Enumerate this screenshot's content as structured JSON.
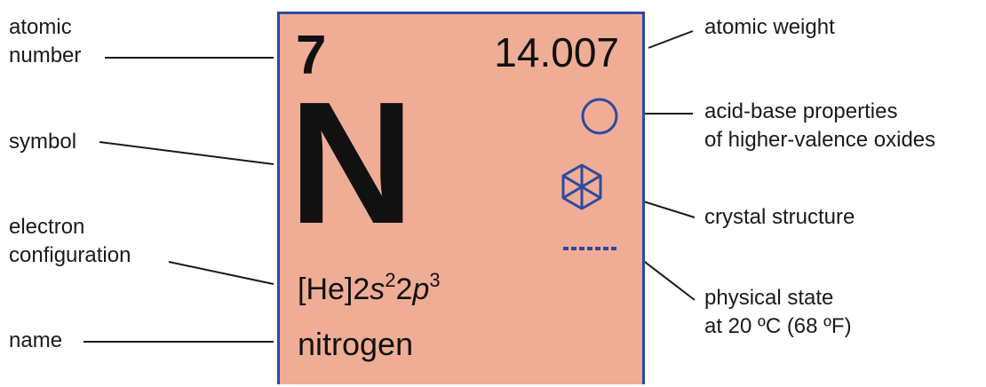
{
  "labels": {
    "atomic_number": [
      "atomic",
      "number"
    ],
    "symbol": "symbol",
    "electron_configuration": [
      "electron",
      "configuration"
    ],
    "name": "name",
    "atomic_weight": "atomic weight",
    "acid_base": [
      "acid-base properties",
      "of higher-valence oxides"
    ],
    "crystal_structure": "crystal structure",
    "physical_state": [
      "physical state",
      "at 20 ºC (68 ºF)"
    ]
  },
  "element": {
    "atomic_number": "7",
    "atomic_weight": "14.007",
    "symbol": "N",
    "configuration": {
      "core": "[He]",
      "shell1": "2",
      "orbital1": "s",
      "count1": "2",
      "shell2": "2",
      "orbital2": "p",
      "count2": "3"
    },
    "name": "nitrogen"
  },
  "icons": {
    "acid_base": "open-circle-icon",
    "crystal_structure": "hexagonal-crystal-icon",
    "physical_state": "dashed-line-gas-icon"
  },
  "colors": {
    "tile_fill": "#f0ad96",
    "tile_border": "#2d4aa0",
    "icon_blue": "#2d4aa0",
    "text": "#1a1a1a"
  }
}
